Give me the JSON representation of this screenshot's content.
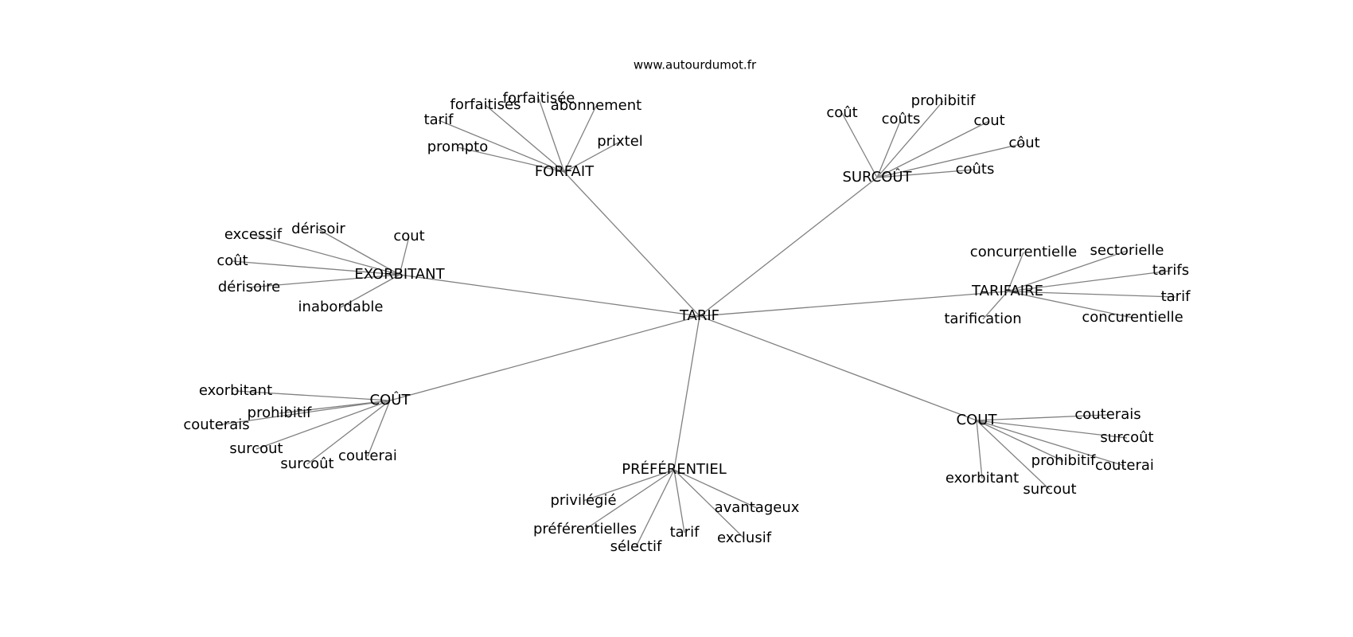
{
  "source": "www.autourdumot.fr",
  "center": "TARIF",
  "clusters": [
    {
      "id": "forfait",
      "label": "FORFAIT",
      "words": [
        "forfaitisée",
        "forfaitisés",
        "abonnement",
        "tarif",
        "prixtel",
        "prompto"
      ]
    },
    {
      "id": "surcout-accent",
      "label": "SURCOÛT",
      "words": [
        "coût",
        "prohibitif",
        "coûts",
        "cout",
        "côut",
        "coûts"
      ]
    },
    {
      "id": "exorbitant",
      "label": "EXORBITANT",
      "words": [
        "excessif",
        "dérisoir",
        "cout",
        "coût",
        "dérisoire",
        "inabordable"
      ]
    },
    {
      "id": "tarifaire",
      "label": "TARIFAIRE",
      "words": [
        "concurrentielle",
        "sectorielle",
        "tarifs",
        "tarif",
        "tarification",
        "concurentielle"
      ]
    },
    {
      "id": "cout-accent",
      "label": "COÛT",
      "words": [
        "exorbitant",
        "prohibitif",
        "couterais",
        "surcout",
        "surcoût",
        "couterai"
      ]
    },
    {
      "id": "cout",
      "label": "COUT",
      "words": [
        "couterais",
        "surcoût",
        "prohibitif",
        "couterai",
        "exorbitant",
        "surcout"
      ]
    },
    {
      "id": "preferentiel",
      "label": "PRÉFÉRENTIEL",
      "words": [
        "privilégié",
        "préférentielles",
        "sélectif",
        "tarif",
        "avantageux",
        "exclusif"
      ]
    }
  ]
}
